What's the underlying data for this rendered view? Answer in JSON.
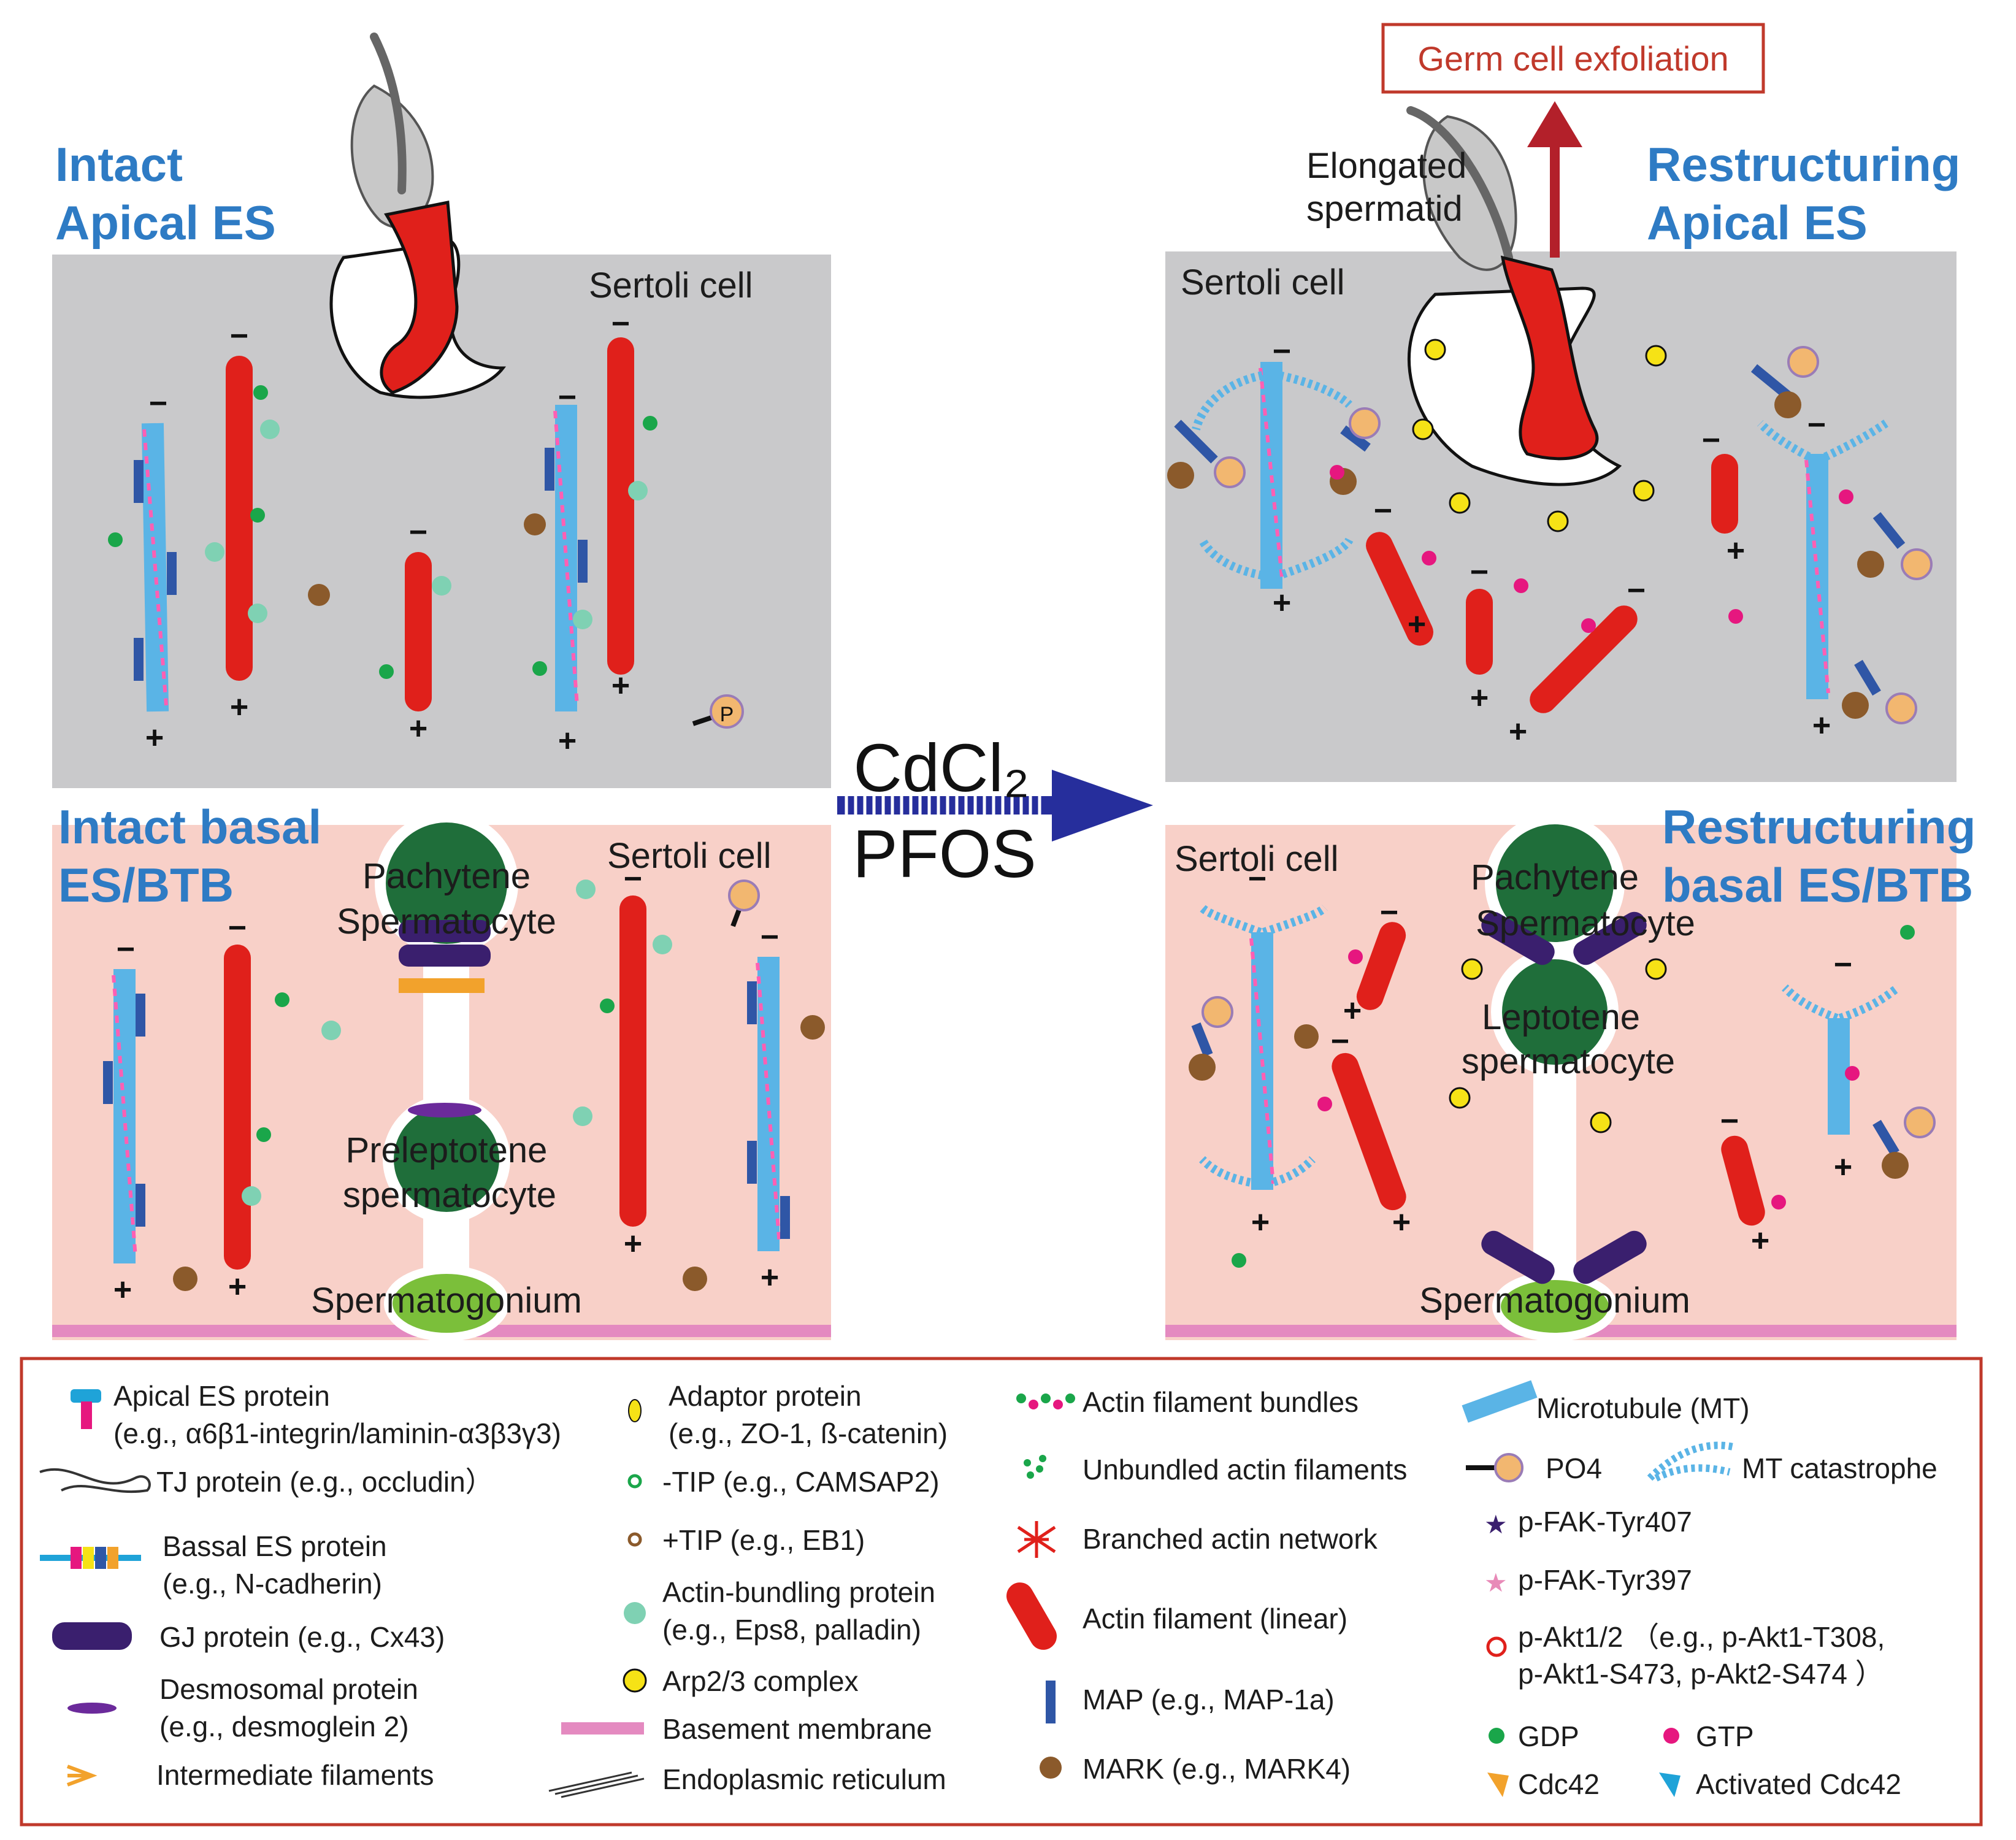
{
  "panels": {
    "top_left_title_1": "Intact",
    "top_left_title_2": "Apical ES",
    "top_right_title_1": "Restructuring",
    "top_right_title_2": "Apical ES",
    "bottom_left_title_1": "Intact basal",
    "bottom_left_title_2": "ES/BTB",
    "bottom_right_title_1": "Restructuring",
    "bottom_right_title_2": "basal ES/BTB"
  },
  "labels": {
    "sertoli_cell": "Sertoli cell",
    "germ_cell_exfoliation": "Germ cell exfoliation",
    "elongated": "Elongated",
    "spermatid": "spermatid",
    "pachytene": "Pachytene",
    "spermatocyte": "Spermatocyte",
    "preleptotene": "Preleptotene",
    "preleptotene_sub": "spermatocyte",
    "leptotene": "Leptotene",
    "leptotene_sub": "spermatocyte",
    "spermatogonium": "Spermatogonium",
    "treatment_1": "CdCl₂",
    "treatment_2": "PFOS",
    "minus": "−",
    "plus": "+",
    "p": "P"
  },
  "legend": {
    "apical_es_1": "Apical ES protein",
    "apical_es_2": "(e.g., α6β1-integrin/laminin-α3β3γ3)",
    "tj": "TJ protein (e.g., occludin）",
    "basal_es_1": "Bassal ES protein",
    "basal_es_2": "(e.g., N-cadherin)",
    "gj": "GJ protein (e.g., Cx43)",
    "desmo_1": "Desmosomal protein",
    "desmo_2": "(e.g., desmoglein 2)",
    "intermediate": "Intermediate filaments",
    "adaptor_1": "Adaptor protein",
    "adaptor_2": "(e.g., ZO-1, ß-catenin)",
    "minus_tip": "-TIP (e.g., CAMSAP2)",
    "plus_tip": "+TIP (e.g., EB1)",
    "bundling_1": "Actin-bundling protein",
    "bundling_2": "(e.g., Eps8, palladin)",
    "arp": "Arp2/3 complex",
    "basement": "Basement membrane",
    "er": "Endoplasmic reticulum",
    "bundles": "Actin filament bundles",
    "unbundled": "Unbundled actin filaments",
    "branched": "Branched actin network",
    "linear": "Actin filament (linear)",
    "map": "MAP (e.g., MAP-1a)",
    "mark": "MARK (e.g., MARK4)",
    "mt": "Microtubule (MT)",
    "po4": "PO4",
    "catastrophe": "MT catastrophe",
    "fak407": "p-FAK-Tyr407",
    "fak397": "p-FAK-Tyr397",
    "akt_1": "p-Akt1/2 （e.g., p-Akt1-T308,",
    "akt_2": "p-Akt1-S473, p-Akt2-S474 ）",
    "gdp": "GDP",
    "gtp": "GTP",
    "cdc42": "Cdc42",
    "active_cdc42": "Activated Cdc42"
  },
  "colors": {
    "sertoli_gray": "#c9c9cb",
    "basal_pink": "#f8d0c8",
    "title_blue": "#2e7bc4",
    "actin_red": "#e0201b",
    "mt_blue": "#5ab4e6",
    "mt_pink": "#ff5fb3",
    "map_blue": "#2f56a6",
    "gdp_green": "#1aa64a",
    "gtp_magenta": "#e6177f",
    "cdc42_orange": "#f2a22c",
    "active_cdc42_blue": "#1fa3d8",
    "arp_yellow": "#f6e216",
    "bundling_teal": "#7fd1b3",
    "mark_brown": "#8b5a2b",
    "germ_dark_green": "#1f6e3a",
    "spermatogonium_green": "#7bbf3a",
    "membrane_pink": "#e48ac0",
    "gj_purple": "#3a1f6e",
    "border_red": "#c0392b",
    "arrow_navy": "#262e9c"
  }
}
